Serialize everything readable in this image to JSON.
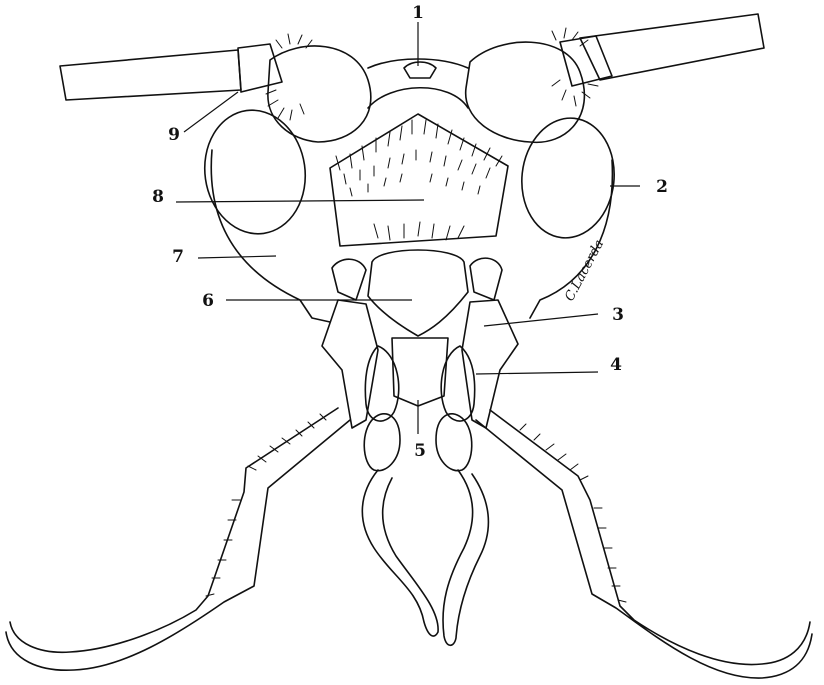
{
  "figure": {
    "signature": "C.Lacerda",
    "labels": [
      {
        "id": "1",
        "text": "1"
      },
      {
        "id": "2",
        "text": "2"
      },
      {
        "id": "3",
        "text": "3"
      },
      {
        "id": "4",
        "text": "4"
      },
      {
        "id": "5",
        "text": "5"
      },
      {
        "id": "6",
        "text": "6"
      },
      {
        "id": "7",
        "text": "7"
      },
      {
        "id": "8",
        "text": "8"
      },
      {
        "id": "9",
        "text": "9"
      }
    ]
  }
}
